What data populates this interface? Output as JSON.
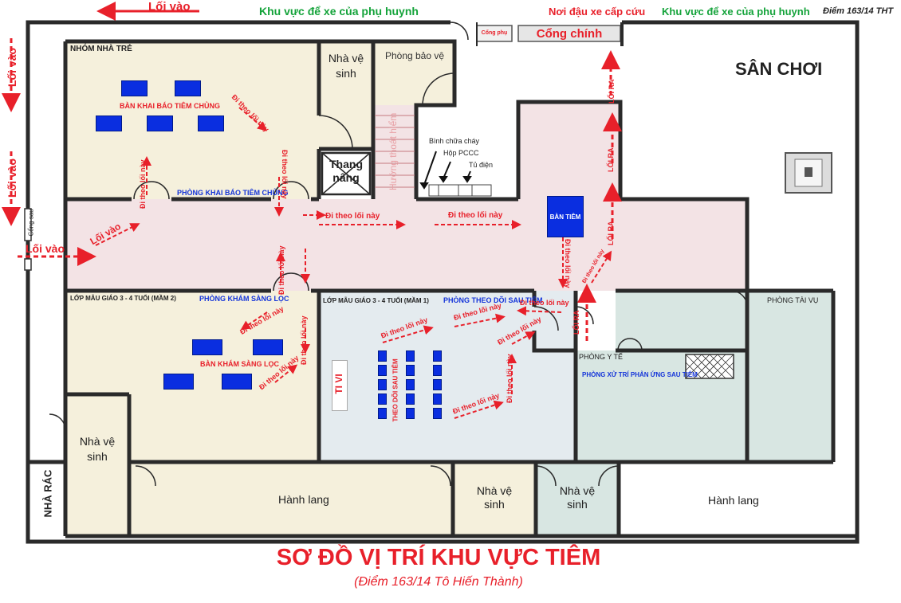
{
  "top_bar": {
    "entrance_left": "Lối vào",
    "parking_parents_left": "Khu vực để xe của phụ huynh",
    "emergency_parking": "Nơi đậu xe cấp cứu",
    "parking_parents_right": "Khu vực để xe của phụ huynh",
    "point_code": "Điểm 163/14 THT"
  },
  "left_side": {
    "entrance_1": "Lối vào",
    "entrance_2": "Lối vào",
    "entrance_3": "Lối vào",
    "back_gate": "Cổng sau",
    "trash_house": "NHÀ RÁC"
  },
  "gates": {
    "side_gate": "Cổng phụ",
    "main_gate": "Cổng chính"
  },
  "rooms": {
    "nursery": "NHÓM NHÀ TRẺ",
    "declaration_desk": "BÀN KHAI BÁO TIÊM CHỦNG",
    "declaration_room": "PHÒNG KHAI BÁO TIÊM CHỦNG",
    "toilet_top": "Nhà vệ sinh",
    "guard_room": "Phòng bảo vệ",
    "elevator": "Thang nâng",
    "evacuation": "Hướng thoát hiểm",
    "fire_extinguisher": "Bình chữa cháy",
    "fire_box": "Hộp PCCC",
    "electric_cabinet": "Tủ điện",
    "injection_desk": "BÀN TIÊM",
    "playground": "SÂN CHƠI",
    "class_3_4_m2": "LỚP MẪU GIÁO 3 - 4 TUỔI (MẦM 2)",
    "screening_room": "PHÒNG KHÁM SÀNG LỌC",
    "screening_desk": "BÀN KHÁM SÀNG LỌC",
    "class_3_4_m1": "LỚP MẪU GIÁO 3 - 4 TUỔI (MẦM 1)",
    "monitoring_room": "PHÒNG THEO DÕI SAU TIÊM",
    "tv": "TI VI",
    "monitoring_area": "THEO DÕI SAU TIÊM",
    "finance_room": "PHÒNG TÀI VỤ",
    "medical_room": "PHÒNG Y TẾ",
    "reaction_room": "PHÒNG XỬ TRÍ PHẢN ỨNG SAU TIÊM",
    "toilet_left": "Nhà vệ sinh",
    "corridor_left": "Hành lang",
    "toilet_mid": "Nhà vệ sinh",
    "toilet_right": "Nhà vệ sinh",
    "corridor_right": "Hành lang"
  },
  "arrows": {
    "follow_way": "Đi theo lối này",
    "exit": "LỐI RA",
    "entrance": "Lối vào"
  },
  "footer": {
    "title": "SƠ ĐỒ VỊ TRÍ KHU VỰC TIÊM",
    "subtitle": "(Điểm 163/14 Tô Hiến Thành)"
  },
  "colors": {
    "wall": "#2a2a2a",
    "nursery_fill": "#f5f0dc",
    "corridor_fill": "#f3e3e5",
    "monitoring_fill": "#e4ebef",
    "medical_fill": "#d8e6e2",
    "red": "#e8202a",
    "green": "#14a33a",
    "blue": "#1434d9",
    "desk_blue": "#0a2ee0"
  }
}
